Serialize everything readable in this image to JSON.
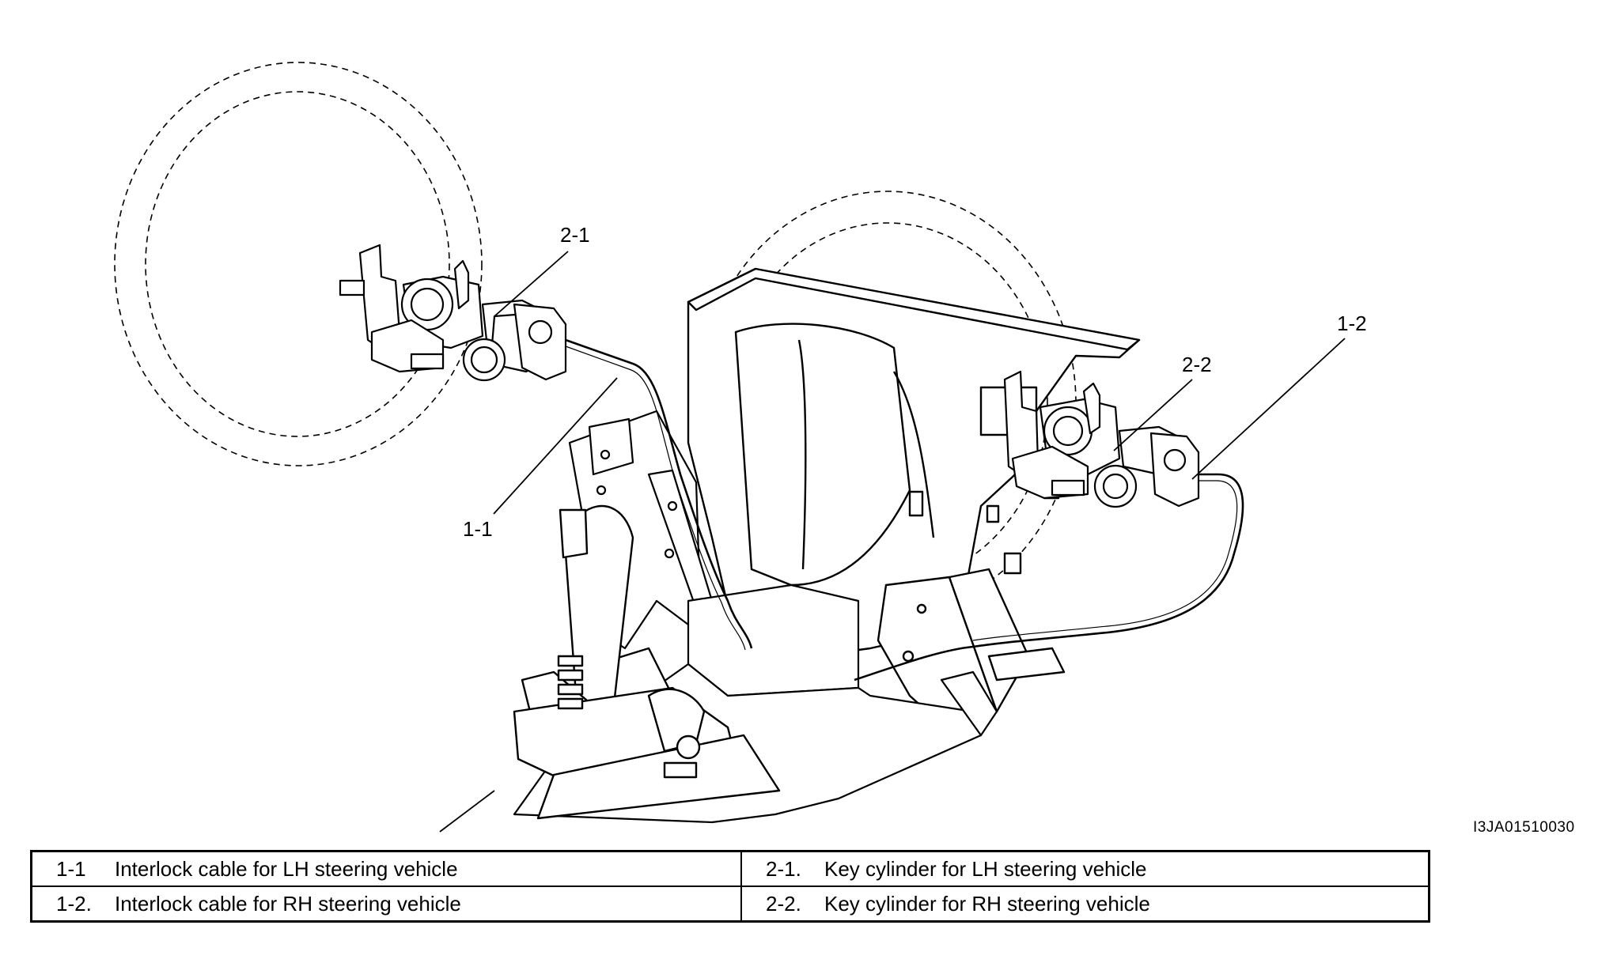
{
  "callouts": {
    "c21": "2-1",
    "c12": "1-2",
    "c22": "2-2",
    "c11": "1-1"
  },
  "figure_id": "I3JA01510030",
  "legend": [
    [
      {
        "code": "1-1",
        "text": "Interlock cable for LH steering vehicle"
      },
      {
        "code": "2-1.",
        "text": "Key cylinder for LH steering vehicle"
      }
    ],
    [
      {
        "code": "1-2.",
        "text": "Interlock cable for RH steering vehicle"
      },
      {
        "code": "2-2.",
        "text": "Key cylinder for RH steering vehicle"
      }
    ]
  ]
}
